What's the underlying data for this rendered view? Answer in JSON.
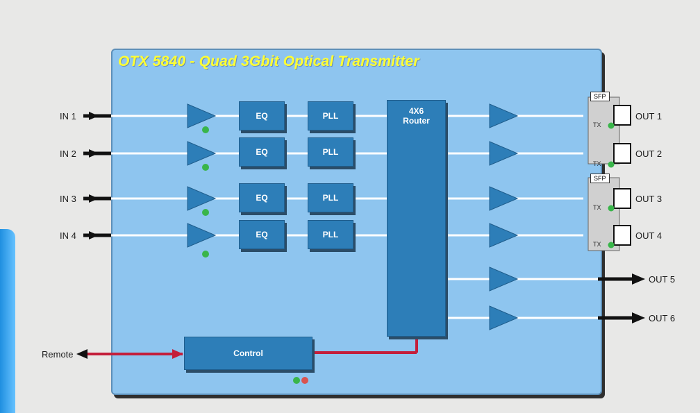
{
  "title": "OTX 5840 - Quad 3Gbit Optical Transmitter",
  "inputs": [
    "IN 1",
    "IN 2",
    "IN 3",
    "IN 4"
  ],
  "outputs": [
    "OUT 1",
    "OUT 2",
    "OUT 3",
    "OUT 4",
    "OUT 5",
    "OUT 6"
  ],
  "eq_label": "EQ",
  "pll_label": "PLL",
  "router_label": "4X6\nRouter",
  "control_label": "Control",
  "remote_label": "Remote",
  "sfp_label": "SFP",
  "tx_label": "TX",
  "colors": {
    "panel": "#8ec5ef",
    "block": "#2d7eb8",
    "control_wire": "#c41e3a",
    "led_green": "#39b54a",
    "led_red": "#d9534f"
  }
}
